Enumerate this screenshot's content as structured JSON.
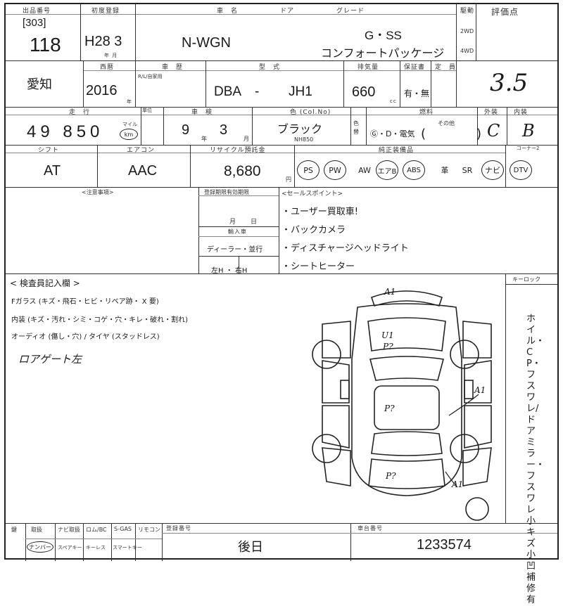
{
  "header": {
    "lot_label": "出品番号",
    "lot_code": "[303]",
    "lot_number": "118",
    "first_reg_label": "初度登録",
    "first_reg_value": "H28 3",
    "first_reg_unit": "年 月",
    "model_label": "車　名",
    "model": "N-WGN",
    "door_label": "ドア",
    "grade_label": "グレード",
    "grade_line1": "G・SS",
    "grade_line2": "コンフォートパッケージ",
    "drive_label": "駆動",
    "drive_2wd": "2WD",
    "drive_4wd": "4WD",
    "score_label": "評価点",
    "score": "3.5"
  },
  "row2": {
    "region": "愛知",
    "year_label": "西暦",
    "year": "2016",
    "year_unit": "年",
    "car_label": "車　歴",
    "car_sub": "R/L/自家用",
    "type_label": "型　式",
    "type_prefix": "DBA",
    "type_dash": "-",
    "type_code": "JH1",
    "disp_label": "排気量",
    "displacement": "660",
    "disp_unit": "cc",
    "warranty_label": "保証書",
    "warranty": "有・無",
    "seats_label": "定　員"
  },
  "row3": {
    "mileage_label": "走　行",
    "unit_label": "単位",
    "mileage": "49 850",
    "mileage_unit_circled": "km",
    "mileage_unit_alt": "マイル",
    "inspection_label": "車　検",
    "insp_year": "9",
    "insp_year_unit": "年",
    "insp_month": "3",
    "insp_month_unit": "月",
    "color_label": "色 (Col.No)",
    "color": "ブラック",
    "color_code": "NH850",
    "color_change_label": "色替",
    "fuel_label": "燃料",
    "fuel_options": "Ⓖ・D・電気",
    "fuel_other": "その他",
    "fuel_paren": "(　　　　)",
    "exterior_label": "外装",
    "exterior": "C",
    "interior_label": "内装",
    "interior": "B"
  },
  "row4": {
    "shift_label": "シフト",
    "shift": "AT",
    "ac_label": "エアコン",
    "ac": "AAC",
    "recycle_label": "リサイクル預託金",
    "recycle": "8,680",
    "recycle_unit": "円",
    "equip_label": "純正装備品",
    "equip_sub": "コーナー2",
    "equipment": [
      "PS",
      "PW",
      "AW",
      "エアB",
      "ABS",
      "革",
      "SR",
      "ナビ",
      "DTV"
    ],
    "equipment_circled": [
      true,
      true,
      false,
      true,
      true,
      false,
      false,
      true,
      true
    ]
  },
  "notes": {
    "caution_label": "<注意事項>",
    "deadline_label": "登録期限有効期限",
    "deadline_unit": "月　　日",
    "import_label": "輸入車",
    "import_options": "ディーラー・並行",
    "handle_options": "左H ・ 右H",
    "sales_label": "<セールスポイント>",
    "sales_points": [
      "・ユーザー買取車!",
      "・バックカメラ",
      "・ディスチャージヘッドライト",
      "・シートヒーター"
    ]
  },
  "inspector": {
    "title": "< 検査員記入欄 >",
    "line1": "Fガラス (キズ・飛石・ヒビ・リペア跡・ X 要)",
    "line2": "内装 (キズ・汚れ・シミ・コゲ・穴・キレ・破れ・割れ)",
    "line3": "オーディオ (傷し・穴) / タイヤ (スタッドレス)",
    "handwritten": "ロアゲート左",
    "keyless_label": "キーロック",
    "side_text": "ホイル・CP・フスワレ/ドアミラー・フスワレ 小キズ 小凹 補修有"
  },
  "diagram": {
    "marks": [
      "A1",
      "U1",
      "P?",
      "P?",
      "A1",
      "A1",
      "A1",
      "P?"
    ]
  },
  "footer": {
    "cols": [
      "鍵",
      "取扱",
      "ナビ取扱",
      "ロム/BC",
      "S-GAS",
      "リモコン"
    ],
    "sub": [
      "ナンバー",
      "スペアキー",
      "キーレス",
      "スマートキー"
    ],
    "reg_label": "登録番号",
    "reg_value": "後日",
    "chassis_label": "車台番号",
    "chassis_value": "1233574"
  }
}
